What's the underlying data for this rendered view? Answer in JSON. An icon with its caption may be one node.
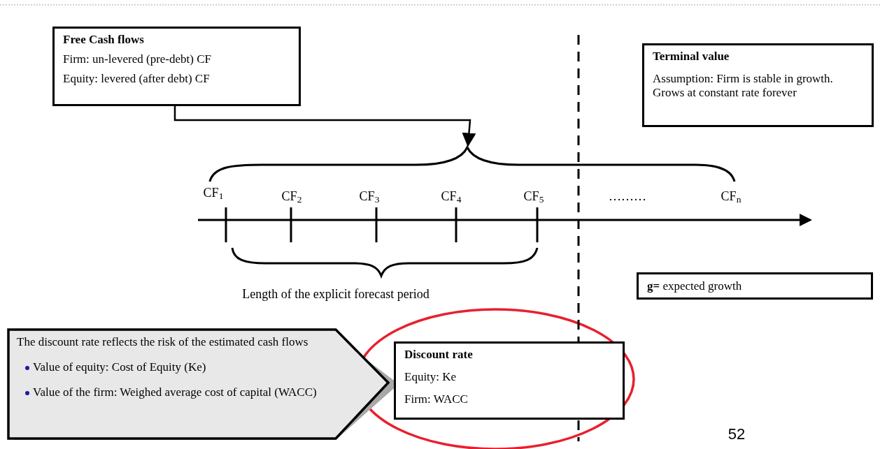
{
  "diagram": {
    "nodes": [
      {
        "text": [
          "Free Cash flows",
          "Firm: un-levered (pre-debt) CF",
          "Equity: levered (after debt) CF"
        ]
      },
      {
        "text": [
          "Terminal value",
          "Assumption: Firm is stable in growth. Grows at constant rate forever"
        ]
      },
      {
        "text": [],
        "shape": "brace"
      },
      {
        "text": [
          "**g=** expected growth"
        ]
      },
      {
        "text": [
          "The discount rate reflects the risk of the estimated cash flows",
          "Value of equity: Cost of Equity (Ke)",
          "Value of the firm: Weighed average cost of capital (WACC)"
        ]
      },
      {
        "text": [
          "Discount rate",
          "Equity: Ke",
          "Firm: WACC"
        ]
      }
    ],
    "edges": [
      {
        "from": 0,
        "to": 2,
        "arrow": "to"
      }
    ],
    "labels": [
      "CF$_{1}$",
      "CF$_{2}$",
      "CF$_{3}$",
      "CF$_{4}$",
      "CF$_{5}$",
      "………",
      "CF$_{n}$",
      "Length of the explicit forecast period",
      "52"
    ]
  }
}
